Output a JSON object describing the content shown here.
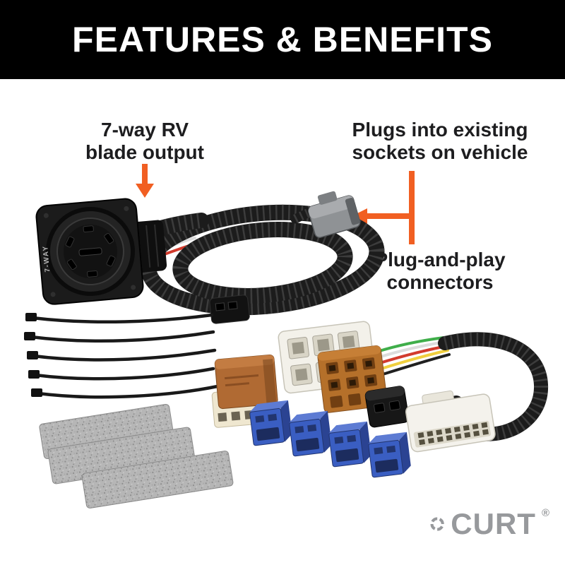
{
  "colors": {
    "background": "#ffffff",
    "header_bg": "#000000",
    "header_text": "#ffffff",
    "accent_orange": "#f15f22",
    "body_text": "#1d1d1f",
    "brand_gray": "#97999c",
    "blue_connector": "#3a5ec2",
    "orange_connector": "#b5702a",
    "relay_brown": "#b06a33",
    "foam_gray": "#b6b6b6"
  },
  "header": {
    "title": "FEATURES & BENEFITS"
  },
  "callouts": [
    {
      "id": "blade-output",
      "lines": [
        "7-way RV",
        "blade output"
      ]
    },
    {
      "id": "existing-sockets",
      "lines": [
        "Plugs into existing",
        "sockets on vehicle"
      ]
    },
    {
      "id": "plug-and-play",
      "lines": [
        "Plug-and-play",
        "connectors"
      ]
    }
  ],
  "product": {
    "connector_label": "7-WAY",
    "parts": [
      "7-way RV blade connector",
      "corrugated wiring harness coil",
      "vehicle socket plug",
      "cable ties",
      "relay",
      "white junction connector",
      "orange socket connector",
      "black 2-pin connector",
      "blue connectors",
      "white multi-pin connector",
      "foam mounting pads"
    ]
  },
  "brand": {
    "name": "CURT",
    "registered": "®"
  }
}
